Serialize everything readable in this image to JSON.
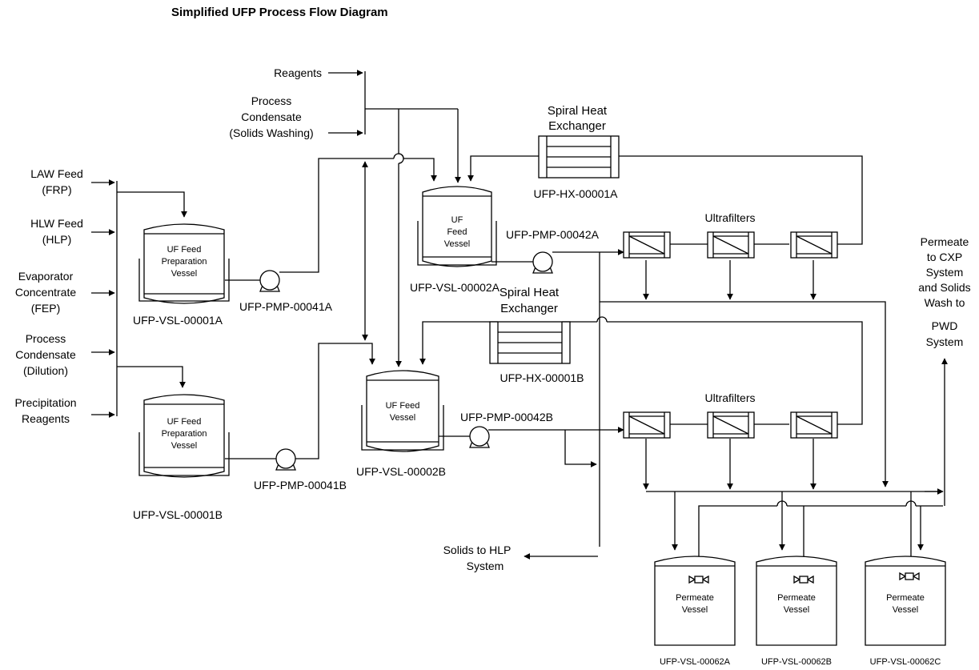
{
  "title": "Simplified UFP Process Flow Diagram",
  "inputs": {
    "reagents": "Reagents",
    "process_condensate_solids_washing": [
      "Process",
      "Condensate",
      "(Solids Washing)"
    ],
    "law_feed": [
      "LAW Feed",
      "(FRP)"
    ],
    "hlw_feed": [
      "HLW Feed",
      "(HLP)"
    ],
    "evaporator_concentrate": [
      "Evaporator",
      "Concentrate",
      "(FEP)"
    ],
    "process_condensate_dilution": [
      "Process",
      "Condensate",
      "(Dilution)"
    ],
    "precipitation_reagents": [
      "Precipitation",
      "Reagents"
    ]
  },
  "feed_prep_vessels": [
    {
      "label": [
        "UF Feed",
        "Preparation",
        "Vessel"
      ],
      "tag": "UFP-VSL-00001A"
    },
    {
      "label": [
        "UF Feed",
        "Preparation",
        "Vessel"
      ],
      "tag": "UFP-VSL-00001B"
    }
  ],
  "feed_pumps": [
    {
      "tag": "UFP-PMP-00041A"
    },
    {
      "tag": "UFP-PMP-00041B"
    }
  ],
  "feed_vessels": [
    {
      "label": [
        "UF",
        "Feed",
        "Vessel"
      ],
      "tag": "UFP-VSL-00002A"
    },
    {
      "label": [
        "UF Feed",
        "Vessel"
      ],
      "tag": "UFP-VSL-00002B"
    }
  ],
  "recirc_pumps": [
    {
      "tag": "UFP-PMP-00042A"
    },
    {
      "tag": "UFP-PMP-00042B"
    }
  ],
  "heat_exchangers": [
    {
      "label": [
        "Spiral Heat",
        "Exchanger"
      ],
      "tag": "UFP-HX-00001A"
    },
    {
      "label": [
        "Spiral Heat",
        "Exchanger"
      ],
      "tag": "UFP-HX-00001B"
    }
  ],
  "ultrafilter_label": "Ultrafilters",
  "permeate_destination": [
    "Permeate",
    "to CXP",
    "System",
    "and Solids",
    "Wash to",
    "PWD",
    "System"
  ],
  "solids_destination": [
    "Solids to HLP",
    "System"
  ],
  "permeate_vessels": [
    {
      "label": [
        "Permeate",
        "Vessel"
      ],
      "tag": "UFP-VSL-00062A"
    },
    {
      "label": [
        "Permeate",
        "Vessel"
      ],
      "tag": "UFP-VSL-00062B"
    },
    {
      "label": [
        "Permeate",
        "Vessel"
      ],
      "tag": "UFP-VSL-00062C"
    }
  ]
}
